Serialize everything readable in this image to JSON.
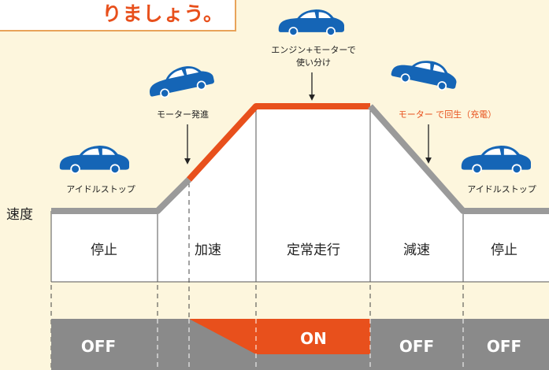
{
  "title": "りましょう。",
  "speed_label": "速度",
  "annotations": {
    "left_stop": "アイドルストップ",
    "accel": "モーター発進",
    "cruise_line1": "エンジン+モーターで",
    "cruise_line2": "使い分け",
    "decel": "モーター で回生（充電）",
    "right_stop": "アイドルストップ"
  },
  "phases": [
    "停止",
    "加速",
    "定常走行",
    "減速",
    "停止"
  ],
  "status_bar": {
    "off1": "OFF",
    "on": "ON",
    "off2": "OFF",
    "off3": "OFF"
  },
  "colors": {
    "background": "#fdf6dd",
    "car_blue": "#1565b6",
    "accent_orange": "#e8501c",
    "gray_line": "#9a9a9a",
    "status_gray": "#8a8a8a"
  },
  "icons": [
    "car-icon",
    "car-icon",
    "car-icon",
    "car-icon",
    "car-icon"
  ]
}
